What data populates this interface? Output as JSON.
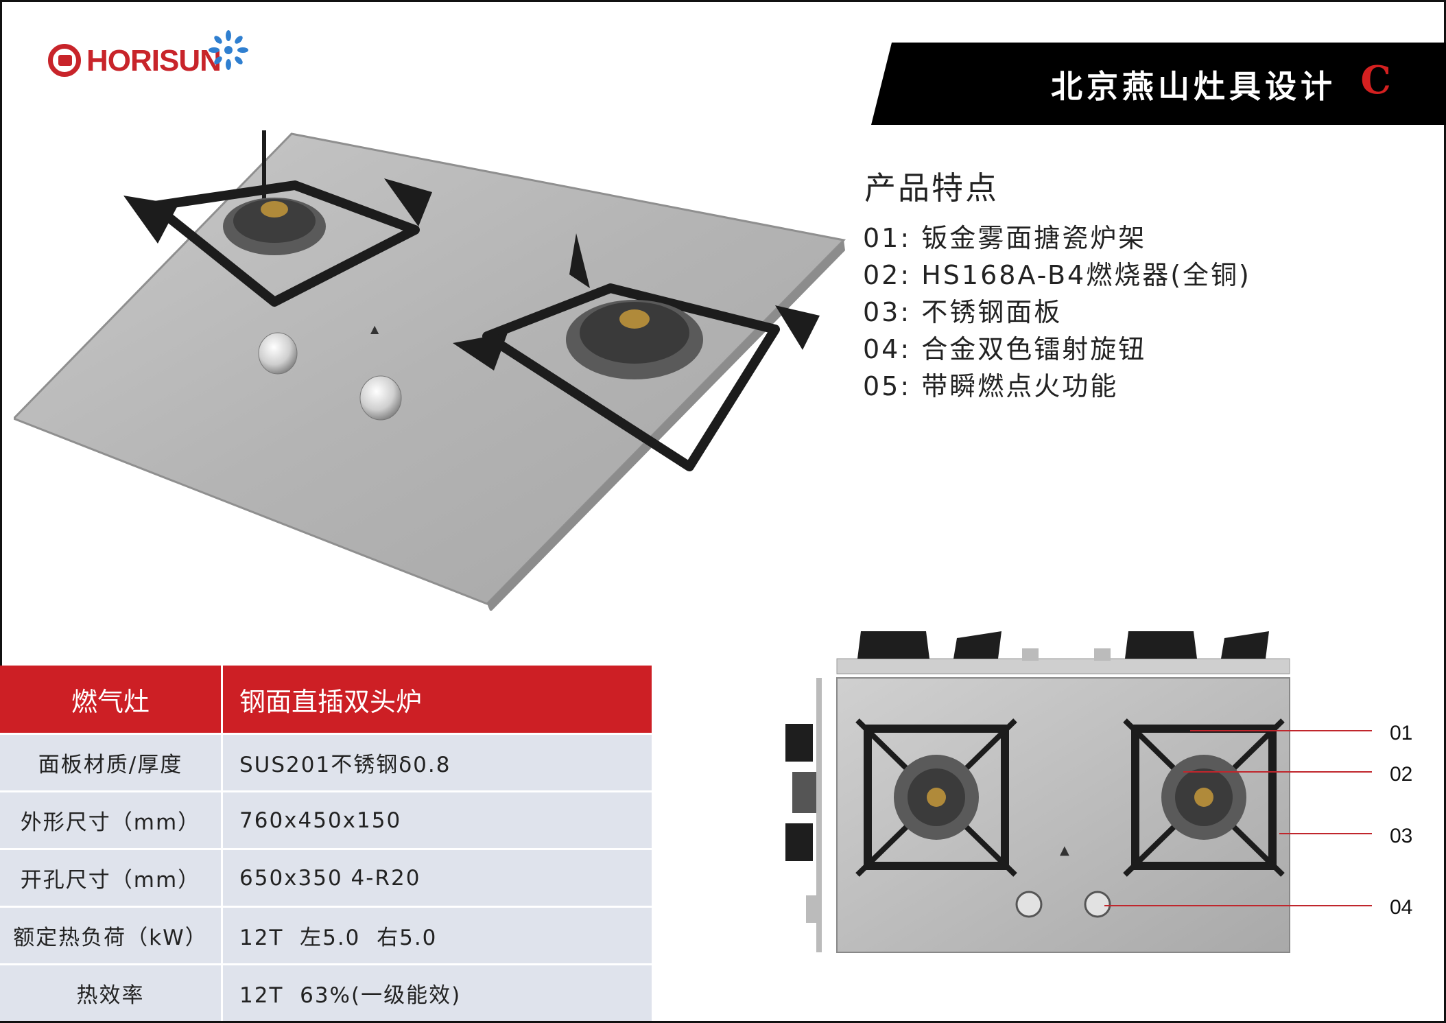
{
  "brand": {
    "logo_text": "HORISUN"
  },
  "banner": {
    "title": "北京燕山灶具设计",
    "letter": "C"
  },
  "features": {
    "title": "产品特点",
    "items": [
      "01: 钣金雾面搪瓷炉架",
      "02: HS168A-B4燃烧器(全铜)",
      "03: 不锈钢面板",
      "04: 合金双色镭射旋钮",
      "05: 带瞬燃点火功能"
    ]
  },
  "callouts": [
    "01",
    "02",
    "03",
    "04"
  ],
  "spec_table": {
    "header": [
      "燃气灶",
      "钢面直插双头炉"
    ],
    "rows": [
      [
        "面板材质/厚度",
        "SUS201不锈钢δ0.8"
      ],
      [
        "外形尺寸（mm）",
        "760x450x150"
      ],
      [
        "开孔尺寸（mm）",
        "650x350 4-R20"
      ],
      [
        "额定热负荷（kW）",
        "12T  左5.0  右5.0"
      ],
      [
        "热效率",
        "12T  63%(一级能效)"
      ]
    ]
  },
  "colors": {
    "brand_red": "#cd1f25",
    "banner_black": "#000000",
    "table_row": "#dfe3ec"
  }
}
